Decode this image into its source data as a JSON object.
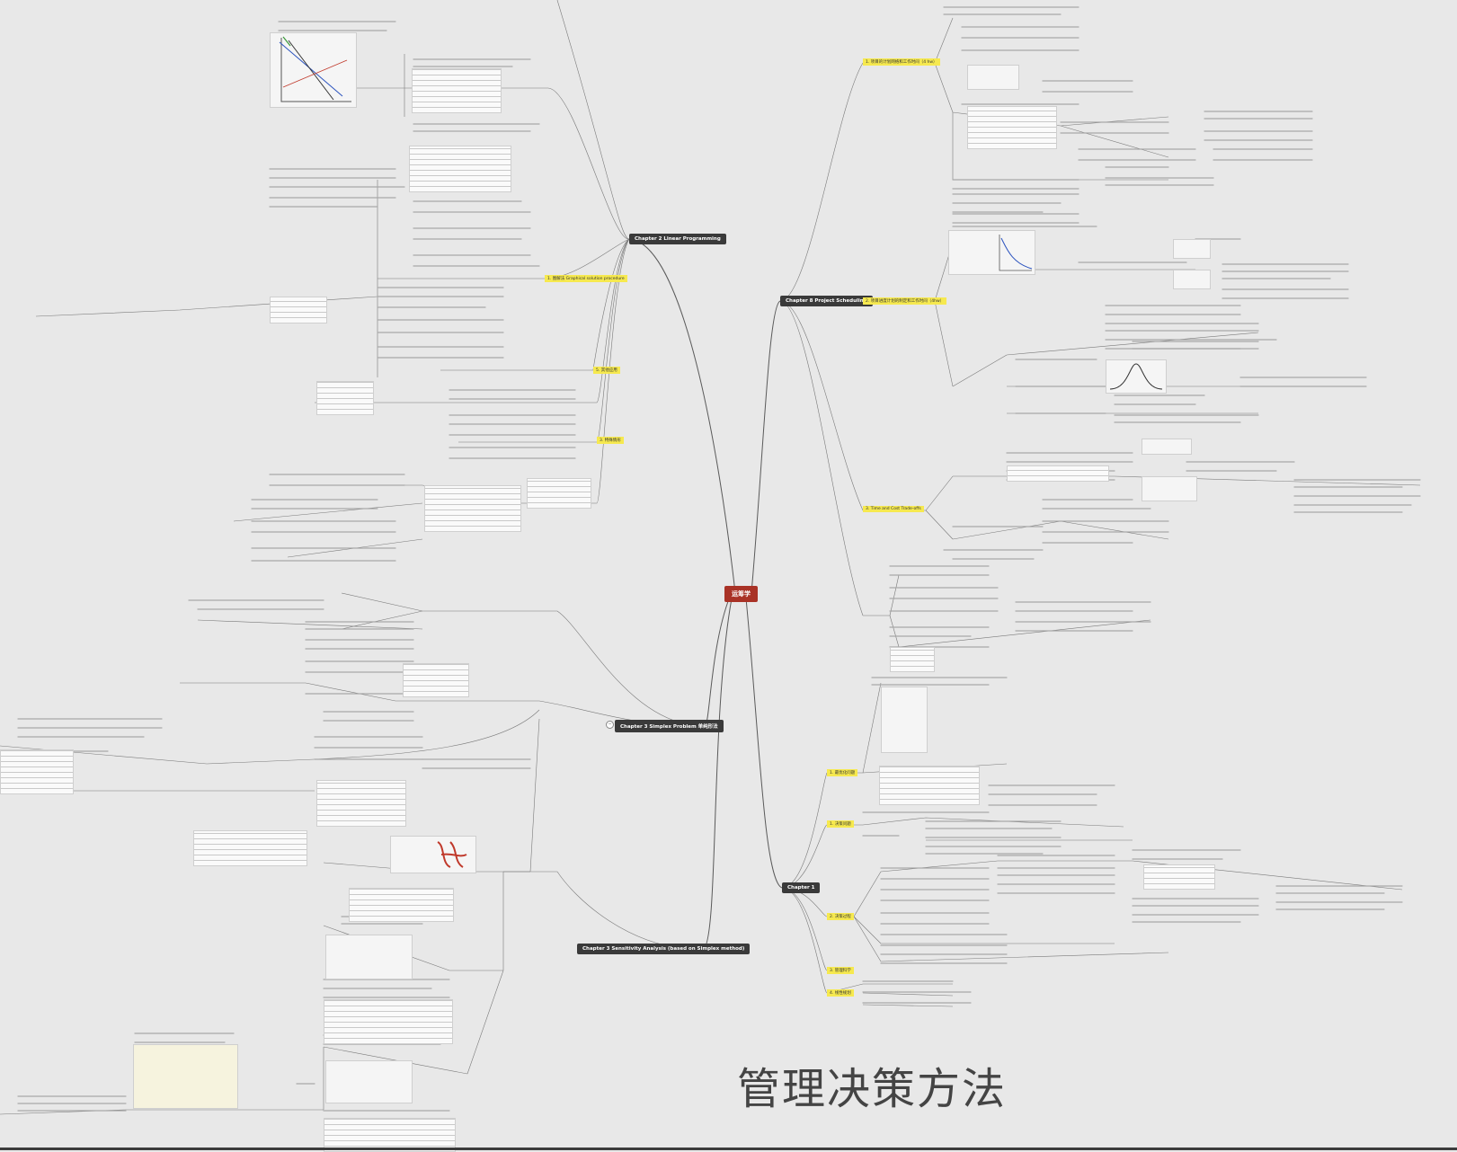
{
  "root": "运筹学",
  "watermark": "管理决策方法",
  "branches": {
    "ch2": "Chapter 2 Linear Programming",
    "ch8": "Chapter 8 Project Scheduling",
    "ch3": "Chapter 3 Simplex Problem 单纯形法",
    "ch3s": "Chapter 3 Sensitivity Analysis (based on Simplex method)",
    "ch1": "Chapter 1"
  },
  "highlights": {
    "h1": "1. 项目的计划网络和工作时间（4 hw）",
    "h2": "2. 项目进度计划的制定和工作时间（4hw）",
    "h3": "3. Time and Cost Trade-offs",
    "h4": "1. 图解法 Graphical solution procedure",
    "h5": "3. 特殊情形",
    "h6": "1. 最优化问题",
    "h7": "1. 决策问题",
    "h8": "2. 决策过程",
    "h9": "3. 管理科学",
    "h10": "4. 线性规划",
    "h11": "5. 其他应用"
  }
}
